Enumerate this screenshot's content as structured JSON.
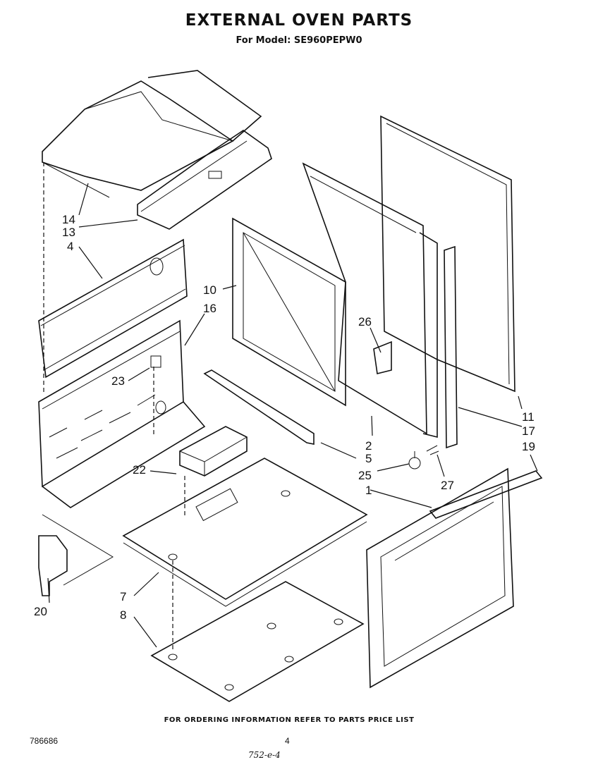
{
  "header": {
    "title": "EXTERNAL OVEN PARTS",
    "model_line": "For Model: SE960PEPW0"
  },
  "footer": {
    "ordering_note": "FOR ORDERING INFORMATION REFER TO PARTS PRICE LIST",
    "document_number": "786686",
    "page_number": "4",
    "handwritten_note": "752-e-4"
  },
  "callouts": {
    "c1": "1",
    "c2": "2",
    "c4": "4",
    "c5": "5",
    "c7": "7",
    "c8": "8",
    "c10": "10",
    "c11": "11",
    "c13": "13",
    "c14": "14",
    "c16": "16",
    "c17": "17",
    "c19": "19",
    "c20": "20",
    "c22": "22",
    "c23": "23",
    "c25": "25",
    "c26": "26",
    "c27": "27"
  }
}
